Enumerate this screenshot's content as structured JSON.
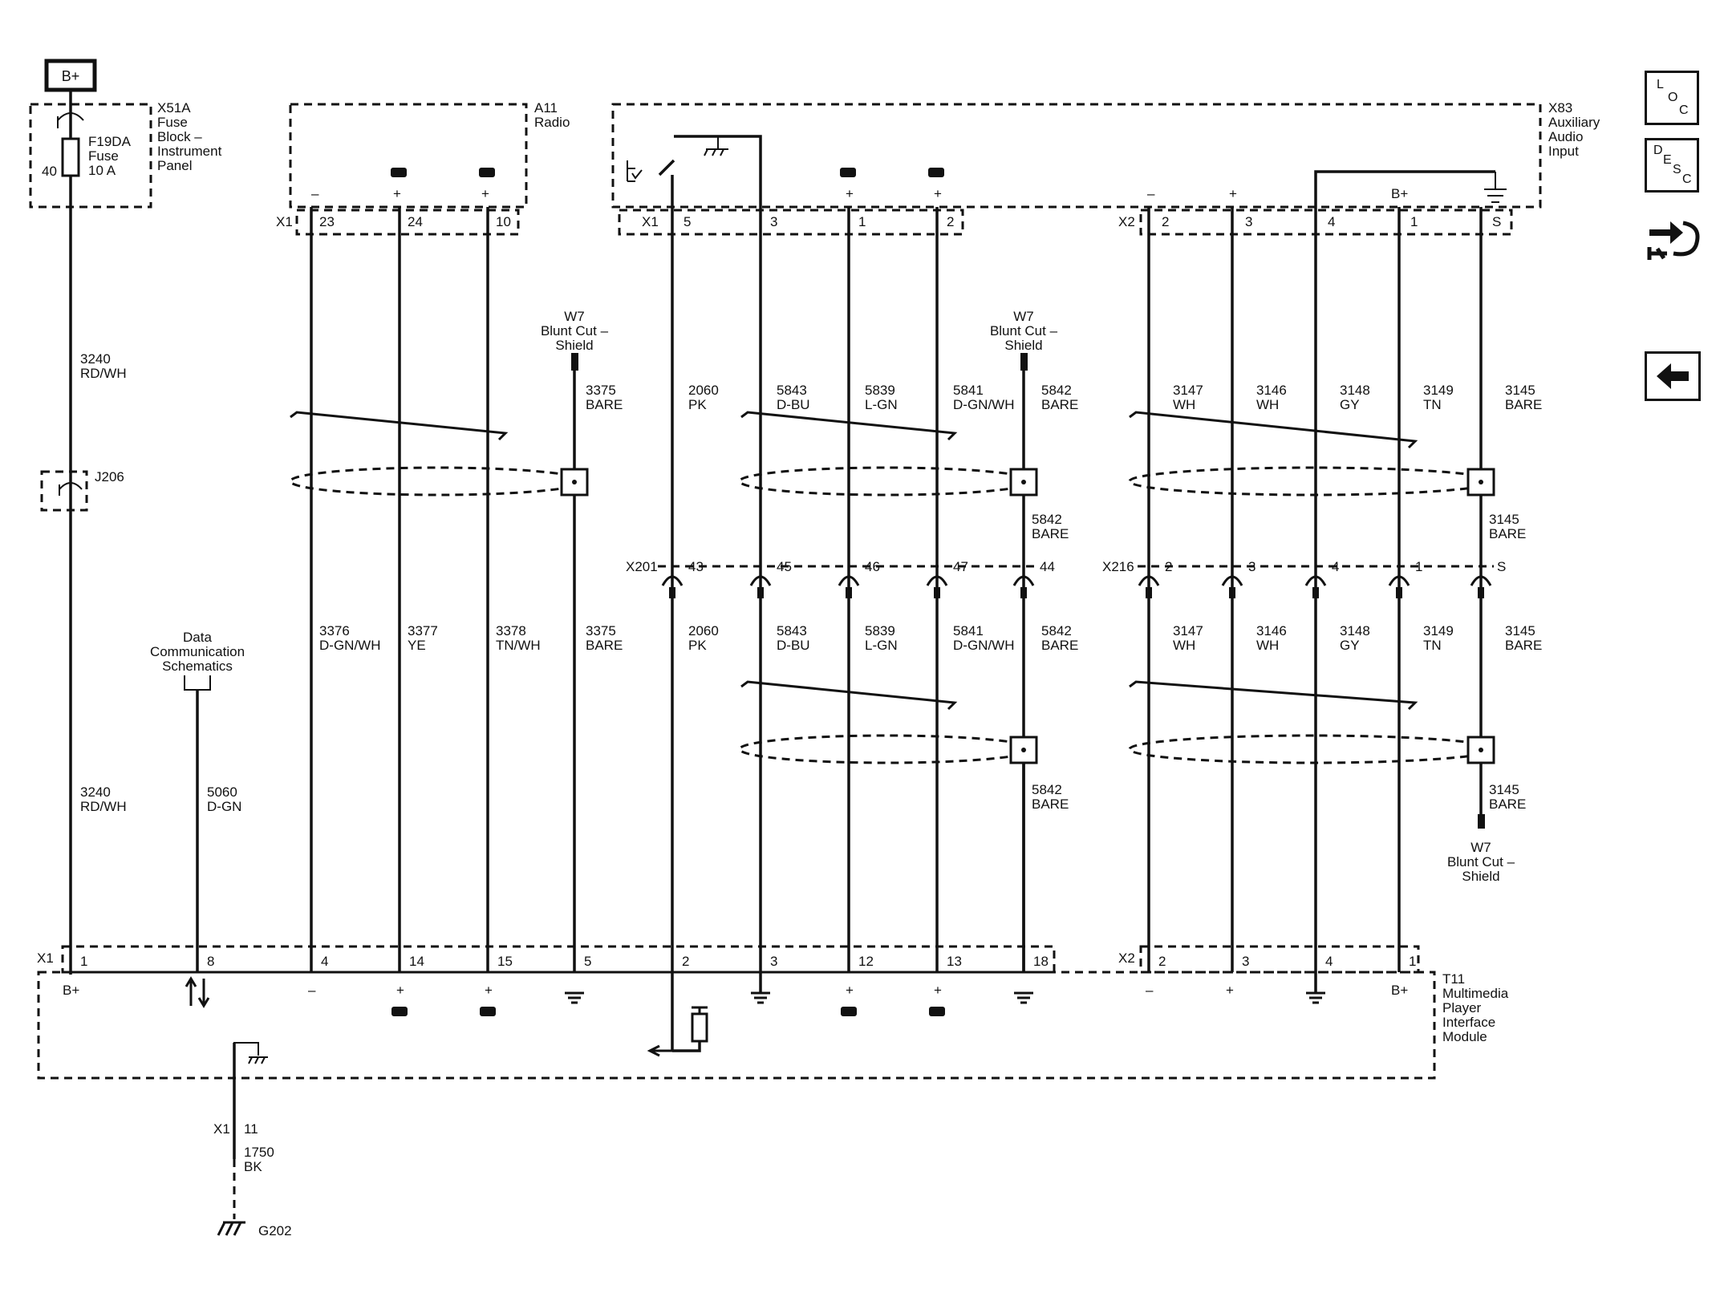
{
  "nav": {
    "loc_letters": [
      "L",
      "O",
      "C"
    ],
    "desc_letters": [
      "D",
      "E",
      "S",
      "C"
    ]
  },
  "power": {
    "bplus": "B+",
    "fuse_pin": "40",
    "fuse_id": "F19DA",
    "fuse_label": "Fuse",
    "fuse_rating": "10 A",
    "fuse_block": [
      "X51A",
      "Fuse",
      "Block –",
      "Instrument",
      "Panel"
    ],
    "wire_top": [
      "3240",
      "RD/WH"
    ],
    "wire_bottom": [
      "3240",
      "RD/WH"
    ],
    "splice": "J206"
  },
  "radio": {
    "title": [
      "A11",
      "Radio"
    ],
    "connector": "X1",
    "pins": [
      "23",
      "24",
      "10"
    ],
    "signs": [
      "–",
      "+",
      "+"
    ]
  },
  "aux": {
    "title": [
      "X83",
      "Auxiliary",
      "Audio",
      "Input"
    ],
    "connector_x1": "X1",
    "x1_pins": [
      "5",
      "3",
      "1",
      "2"
    ],
    "connector_x2": "X2",
    "x2_pins": [
      "2",
      "3",
      "4",
      "1",
      "S"
    ],
    "x2_signs": [
      "–",
      "+",
      "B+"
    ]
  },
  "wires_upper": [
    {
      "circuit": "3375",
      "color": "BARE"
    },
    {
      "circuit": "2060",
      "color": "PK"
    },
    {
      "circuit": "5843",
      "color": "D-BU"
    },
    {
      "circuit": "5839",
      "color": "L-GN"
    },
    {
      "circuit": "5841",
      "color": "D-GN/WH"
    },
    {
      "circuit": "5842",
      "color": "BARE"
    },
    {
      "circuit": "3147",
      "color": "WH"
    },
    {
      "circuit": "3146",
      "color": "WH"
    },
    {
      "circuit": "3148",
      "color": "GY"
    },
    {
      "circuit": "3149",
      "color": "TN"
    },
    {
      "circuit": "3145",
      "color": "BARE"
    }
  ],
  "shield": {
    "name": "W7",
    "desc1": "Blunt Cut –",
    "desc2": "Shield"
  },
  "mid_labels": {
    "w5842": [
      "5842",
      "BARE"
    ],
    "w3145": [
      "3145",
      "BARE"
    ]
  },
  "inline_x201": {
    "name": "X201",
    "pins": [
      "43",
      "45",
      "46",
      "47",
      "44"
    ]
  },
  "inline_x216": {
    "name": "X216",
    "pins": [
      "2",
      "3",
      "4",
      "1",
      "S"
    ]
  },
  "wires_lower": [
    {
      "circuit": "3376",
      "color": "D-GN/WH"
    },
    {
      "circuit": "3377",
      "color": "YE"
    },
    {
      "circuit": "3378",
      "color": "TN/WH"
    },
    {
      "circuit": "3375",
      "color": "BARE"
    },
    {
      "circuit": "2060",
      "color": "PK"
    },
    {
      "circuit": "5843",
      "color": "D-BU"
    },
    {
      "circuit": "5839",
      "color": "L-GN"
    },
    {
      "circuit": "5841",
      "color": "D-GN/WH"
    },
    {
      "circuit": "5842",
      "color": "BARE"
    },
    {
      "circuit": "3147",
      "color": "WH"
    },
    {
      "circuit": "3146",
      "color": "WH"
    },
    {
      "circuit": "3148",
      "color": "GY"
    },
    {
      "circuit": "3149",
      "color": "TN"
    },
    {
      "circuit": "3145",
      "color": "BARE"
    }
  ],
  "bottom_labels": {
    "w5842": [
      "5842",
      "BARE"
    ],
    "w3145": [
      "3145",
      "BARE"
    ]
  },
  "data_comm": [
    "Data",
    "Communication",
    "Schematics"
  ],
  "dc_wire": [
    "5060",
    "D-GN"
  ],
  "module": {
    "title": [
      "T11",
      "Multimedia",
      "Player",
      "Interface",
      "Module"
    ],
    "connector_x1": "X1",
    "x1_pins": [
      "1",
      "8",
      "4",
      "14",
      "15",
      "5",
      "2",
      "3",
      "12",
      "13",
      "18"
    ],
    "connector_x2": "X2",
    "x2_pins": [
      "2",
      "3",
      "4",
      "1"
    ],
    "bplus": "B+",
    "signs": [
      "–",
      "+",
      "+",
      "+",
      "+",
      "–",
      "+",
      "B+"
    ]
  },
  "ground": {
    "connector": "X1",
    "pin": "11",
    "circuit": "1750",
    "color": "BK",
    "ground_id": "G202"
  }
}
